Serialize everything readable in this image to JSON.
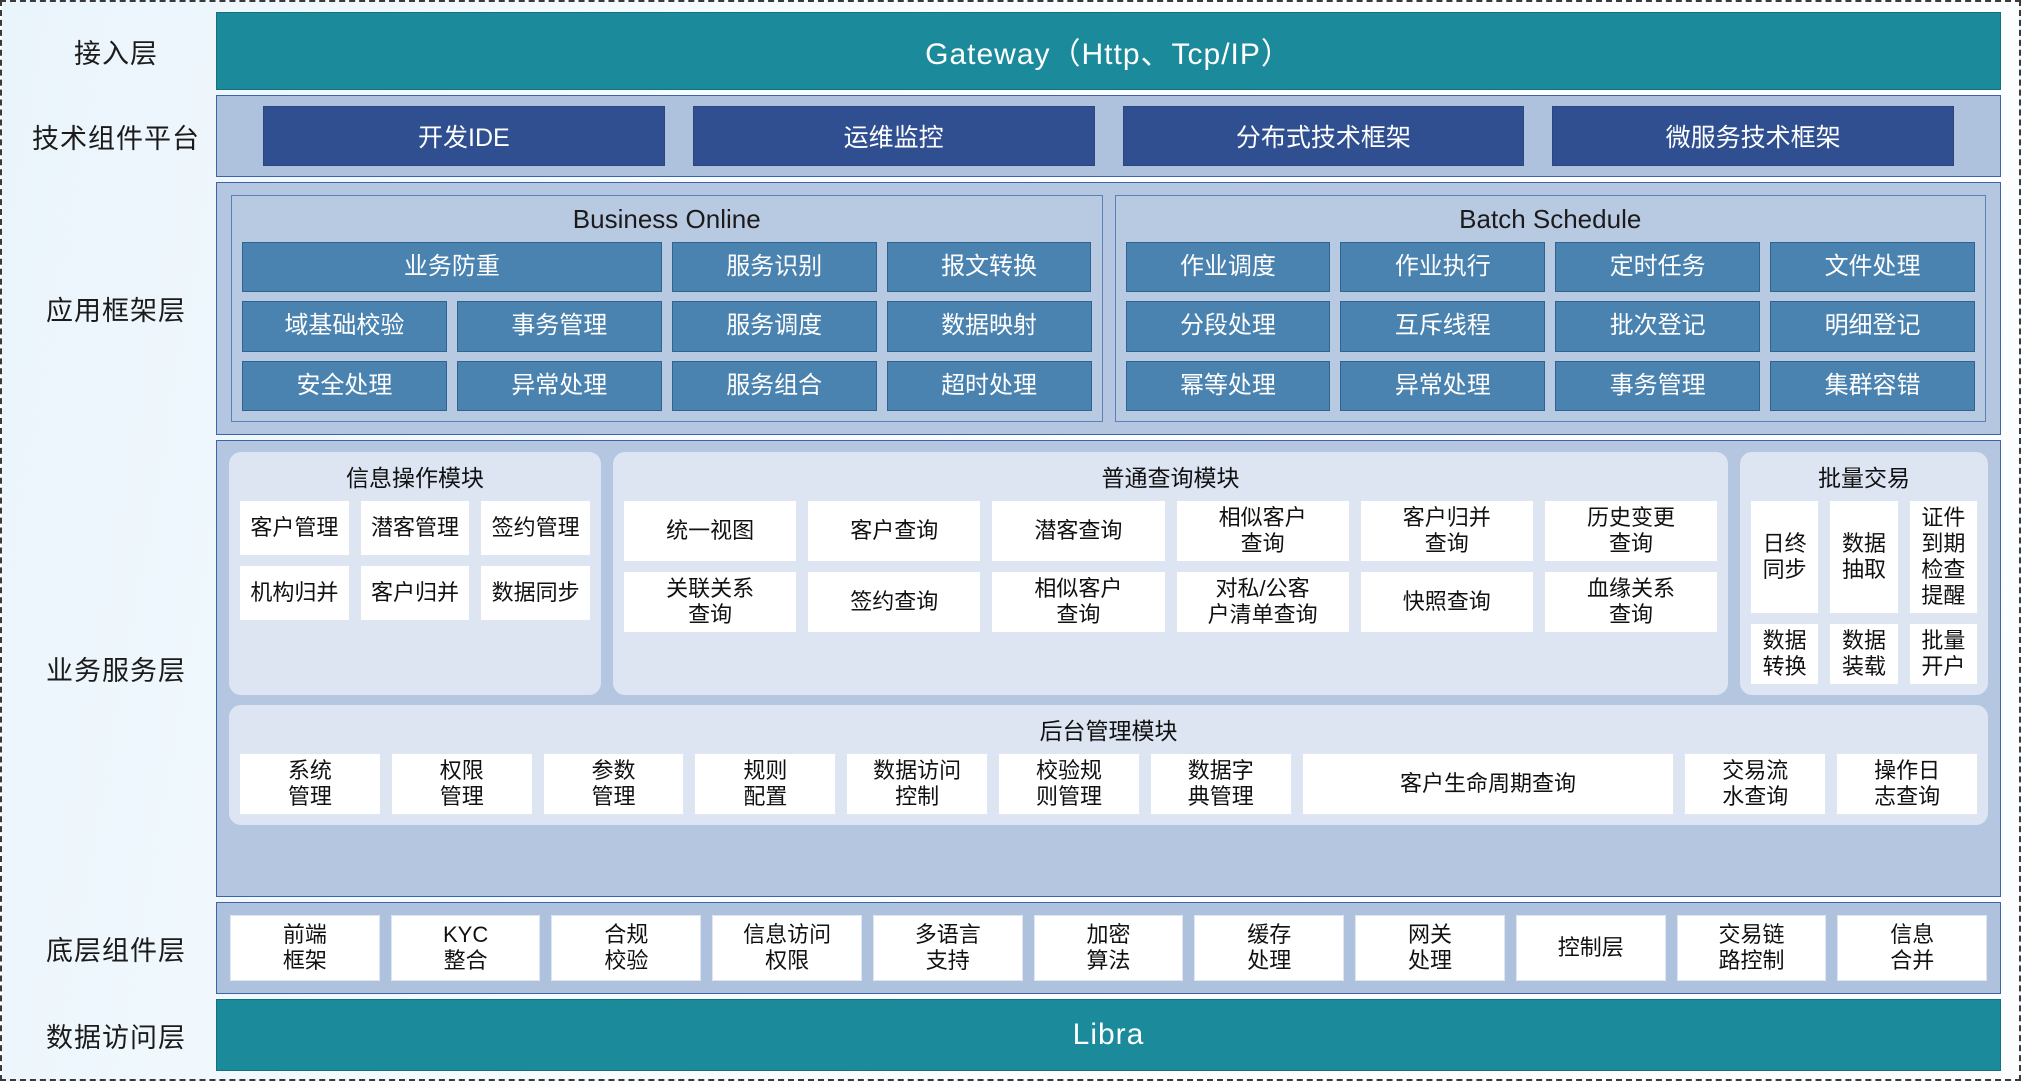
{
  "layers": [
    {
      "label": "接入层"
    },
    {
      "label": "技术组件平台"
    },
    {
      "label": "应用框架层"
    },
    {
      "label": "业务服务层"
    },
    {
      "label": "底层组件层"
    },
    {
      "label": "数据访问层"
    }
  ],
  "access_layer": {
    "label": "接入层",
    "banner": "Gateway（Http、Tcp/IP）"
  },
  "tech_layer": {
    "label": "技术组件平台",
    "buttons": [
      "开发IDE",
      "运维监控",
      "分布式技术框架",
      "微服务技术框架"
    ]
  },
  "app_layer": {
    "label": "应用框架层",
    "groups": [
      {
        "title": "Business Online",
        "rows": [
          [
            {
              "text": "业务防重",
              "span": 2
            },
            {
              "text": "服务识别"
            },
            {
              "text": "报文转换"
            }
          ],
          [
            {
              "text": "域基础校验"
            },
            {
              "text": "事务管理"
            },
            {
              "text": "服务调度"
            },
            {
              "text": "数据映射"
            }
          ],
          [
            {
              "text": "安全处理"
            },
            {
              "text": "异常处理"
            },
            {
              "text": "服务组合"
            },
            {
              "text": "超时处理"
            }
          ]
        ]
      },
      {
        "title": "Batch Schedule",
        "rows": [
          [
            {
              "text": "作业调度"
            },
            {
              "text": "作业执行"
            },
            {
              "text": "定时任务"
            },
            {
              "text": "文件处理"
            }
          ],
          [
            {
              "text": "分段处理"
            },
            {
              "text": "互斥线程"
            },
            {
              "text": "批次登记"
            },
            {
              "text": "明细登记"
            }
          ],
          [
            {
              "text": "幂等处理"
            },
            {
              "text": "异常处理"
            },
            {
              "text": "事务管理"
            },
            {
              "text": "集群容错"
            }
          ]
        ]
      }
    ]
  },
  "service_layer": {
    "label": "业务服务层",
    "groups_top": [
      {
        "key": "info",
        "title": "信息操作模块",
        "rows": [
          [
            "客户管理",
            "潜客管理",
            "签约管理"
          ],
          [
            "机构归并",
            "客户归并",
            "数据同步"
          ]
        ]
      },
      {
        "key": "query",
        "title": "普通查询模块",
        "rows": [
          [
            "统一视图",
            "客户查询",
            "潜客查询",
            "相似客户\n查询",
            "客户归并\n查询",
            "历史变更\n查询"
          ],
          [
            "关联关系\n查询",
            "签约查询",
            "相似客户\n查询",
            "对私/公客\n户清单查询",
            "快照查询",
            "血缘关系\n查询"
          ]
        ]
      },
      {
        "key": "batch",
        "title": "批量交易",
        "rows": [
          [
            "日终\n同步",
            "数据\n抽取",
            "证件到期\n检查提醒"
          ],
          [
            "数据\n转换",
            "数据\n装载",
            "批量\n开户"
          ]
        ]
      }
    ],
    "group_back": {
      "title": "后台管理模块",
      "cells": [
        {
          "text": "系统\n管理"
        },
        {
          "text": "权限\n管理"
        },
        {
          "text": "参数\n管理"
        },
        {
          "text": "规则\n配置"
        },
        {
          "text": "数据访问\n控制"
        },
        {
          "text": "校验规\n则管理"
        },
        {
          "text": "数据字\n典管理"
        },
        {
          "text": "客户生命周期查询",
          "wide": true
        },
        {
          "text": "交易流\n水查询"
        },
        {
          "text": "操作日\n志查询"
        }
      ]
    }
  },
  "bottom_layer": {
    "label": "底层组件层",
    "cells": [
      "前端\n框架",
      "KYC\n整合",
      "合规\n校验",
      "信息访问\n权限",
      "多语言\n支持",
      "加密\n算法",
      "缓存\n处理",
      "网关\n处理",
      "控制层",
      "交易链\n路控制",
      "信息\n合并"
    ]
  },
  "data_layer": {
    "label": "数据访问层",
    "banner": "Libra"
  },
  "colors": {
    "teal": "#1b8a9b",
    "navy": "#2f4f91",
    "panel_blue": "#b4c6e0",
    "cell_blue": "#4a82b0",
    "group_light": "#dde5f3",
    "white_cell": "#ffffff"
  }
}
